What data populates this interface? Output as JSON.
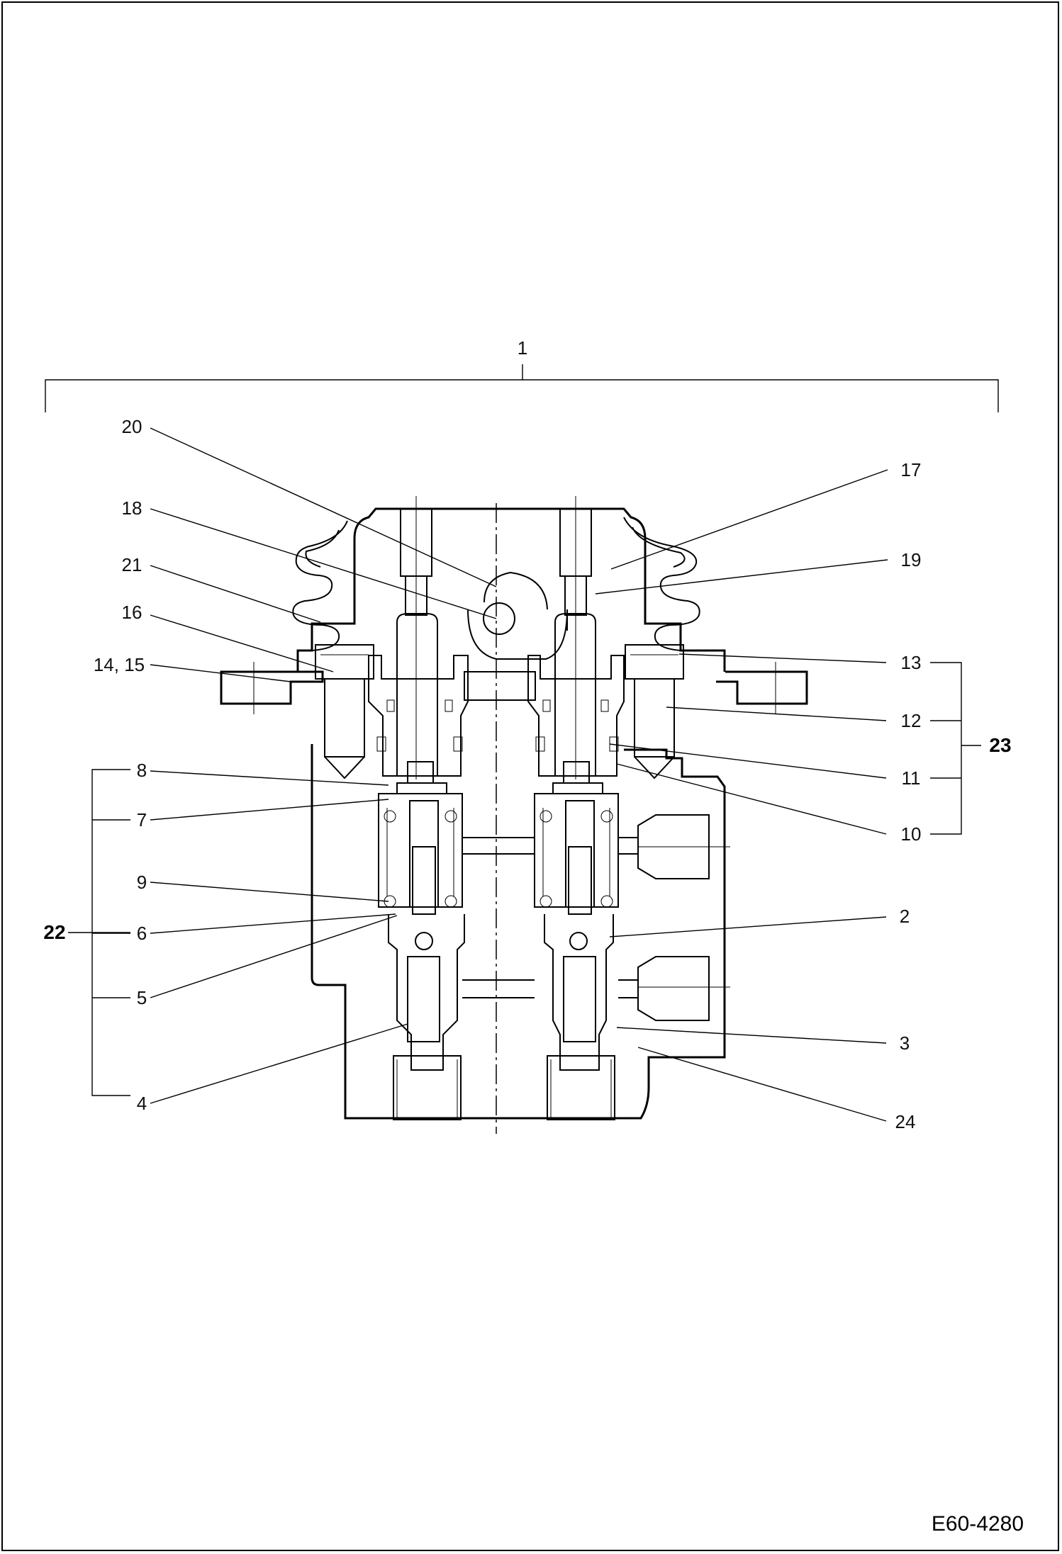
{
  "diagram": {
    "drawing_code": "E60-4280",
    "callouts": [
      "1",
      "2",
      "3",
      "4",
      "5",
      "6",
      "7",
      "8",
      "9",
      "10",
      "11",
      "12",
      "13",
      "14, 15",
      "16",
      "17",
      "18",
      "19",
      "20",
      "21",
      "24"
    ],
    "group_labels": [
      "22",
      "23"
    ]
  }
}
